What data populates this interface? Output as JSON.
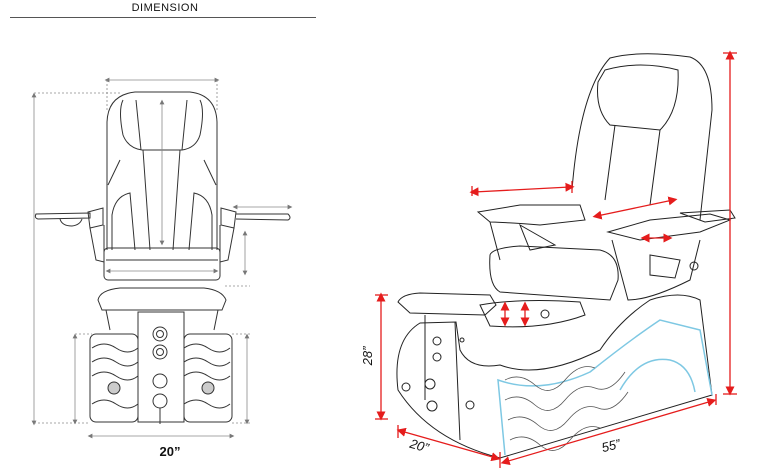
{
  "header": {
    "title": "DIMENSION"
  },
  "front_view": {
    "width_label": "20”"
  },
  "perspective_view": {
    "height_label": "28”",
    "depth_label": "20”",
    "length_label": "55”"
  },
  "colors": {
    "line": "#333333",
    "dim_gray": "#8a8a8a",
    "dim_red": "#e51c1c",
    "accent_blue": "#7ec8e3"
  }
}
